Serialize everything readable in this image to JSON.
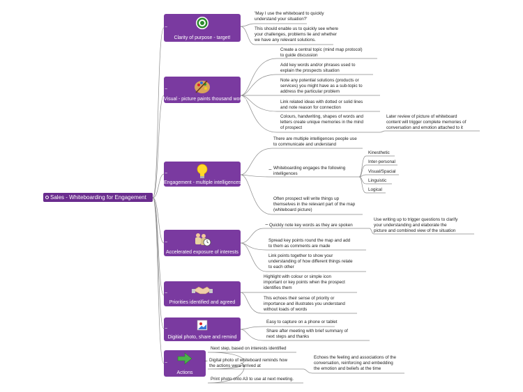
{
  "central": {
    "label": "Sales - Whiteboarding for Engagement",
    "accent": "#6a2c8e"
  },
  "branches": [
    {
      "label": "Clarity of purpose - target!",
      "icon": "target-icon",
      "notes": [
        "'May I use the whiteboard to quickly",
        "understand your situation?'"
      ],
      "notes2": [
        "This should enable us to quickly see where",
        "your challenges, problems lie and whether",
        "we have any relevant solutions."
      ]
    },
    {
      "label": "Visual - picture paints thousand words",
      "icon": "paint-palette-icon",
      "items": [
        [
          "Create a central topic (mind map protocol)",
          "to guide discussion"
        ],
        [
          "Add key words and/or phrases used to",
          "explain the prospects situation"
        ],
        [
          "Note any potential solutions (products or",
          "services) you might have as a sub-topic to",
          "address the particular problem"
        ],
        [
          "Link related ideas with dotted or solid lines",
          "and note reason for connection"
        ],
        [
          "Colours, handwriting, shapes of words and",
          "letters create unique memories in the mind",
          "of prospect"
        ]
      ],
      "sub": [
        "Later review of picture of whiteboard",
        "content will trigger complete memories of",
        "conversation and emotion attached to it"
      ]
    },
    {
      "label": "Engagement - multiple intelligences",
      "icon": "lightbulb-icon",
      "items": [
        [
          "There are multiple intelligences people use",
          "to communicate and understand"
        ],
        [
          "Whiteboarding engages the following",
          "intelligences"
        ],
        [
          "Often prospect will write things up",
          "themselves in the relevant part of the map",
          "(whiteboard picture)"
        ]
      ],
      "intelligences": [
        "Kinesthetic",
        "Inter-personal",
        "Visual/Spacial",
        "Linguistic",
        "Logical"
      ]
    },
    {
      "label": "Accelerated exposure of interests",
      "icon": "people-clock-icon",
      "items": [
        [
          "Quickly note key words as they are spoken"
        ],
        [
          "Spread key points round the map and add",
          "to them as comments are made"
        ],
        [
          "Link points together to show your",
          "understanding of how different things relate",
          "to each other"
        ]
      ],
      "sub": [
        "Use writing up to trigger questions to clarify",
        "your understanding and elaborate the",
        "picture and combined view of the situation"
      ]
    },
    {
      "label": "Priorities identified and agreed",
      "icon": "handshake-icon",
      "items": [
        [
          "Highlight with colour or simple icon",
          "important or key points when the prospect",
          "identifies them"
        ],
        [
          "This echoes their sense of priority or",
          "importance and illustrates you understand",
          "without loads of words"
        ]
      ]
    },
    {
      "label": "Digitial photo, share and remind",
      "icon": "photo-icon",
      "items": [
        [
          "Easy to capture on a phone or tablet"
        ],
        [
          "Share after meeting with brief summary of",
          "next steps and thanks"
        ]
      ]
    },
    {
      "label": "Actions",
      "icon": "arrow-right-icon",
      "items": [
        [
          "Next step, based on interests identified"
        ],
        [
          "Digital photo of whiteboard reminds how",
          "the actions were arrived at"
        ],
        [
          "Print photo onto A3 to use at next meeting."
        ]
      ],
      "sub": [
        "Echoes the feeling and associations of the",
        "conversation, reinforcing and embedding",
        "the emotion and beliefs at the time"
      ]
    }
  ]
}
